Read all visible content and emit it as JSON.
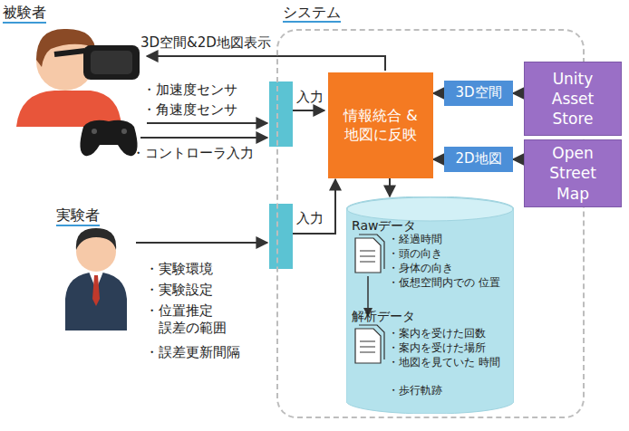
{
  "diagram": {
    "nodes": [
      {
        "text": [
          "システム"
        ]
      },
      {
        "text": [
          "情報統合 & 地図に反映"
        ],
        "in": 0
      },
      {
        "text": [
          "3D空間"
        ],
        "in": 0
      },
      {
        "text": [
          "2D地図"
        ],
        "in": 0
      },
      {
        "text": [
          "Rawデータ",
          "・経過時間",
          "・頭の向き",
          "・身体の向き",
          "・仮想空間内での 位置",
          "解析データ",
          "・案内を受けた回数",
          "・案内を受けた場所",
          "・地図を見ていた 時間",
          "・歩行軌跡"
        ],
        "in": 0
      },
      {
        "text": [
          "Unity Asset Store"
        ]
      },
      {
        "text": [
          "Open Street Map"
        ]
      }
    ],
    "edges": [
      {
        "from": 5,
        "to": 2,
        "arrow": "to"
      },
      {
        "from": 6,
        "to": 3,
        "arrow": "to"
      },
      {
        "from": 2,
        "to": 1,
        "arrow": "to"
      },
      {
        "from": 3,
        "to": 1,
        "arrow": "to"
      },
      {
        "from": 1,
        "to": 4,
        "arrow": "to"
      }
    ],
    "labels": [
      "被験者",
      "3D空間&2D地図表示",
      "・加速度センサ",
      "・角速度センサ",
      "・コントローラ入力",
      "入力",
      "入力",
      "実験者",
      "・実験環境",
      "・実験設定",
      "・位置推定 誤差の範囲",
      "・誤差更新間隔"
    ]
  }
}
